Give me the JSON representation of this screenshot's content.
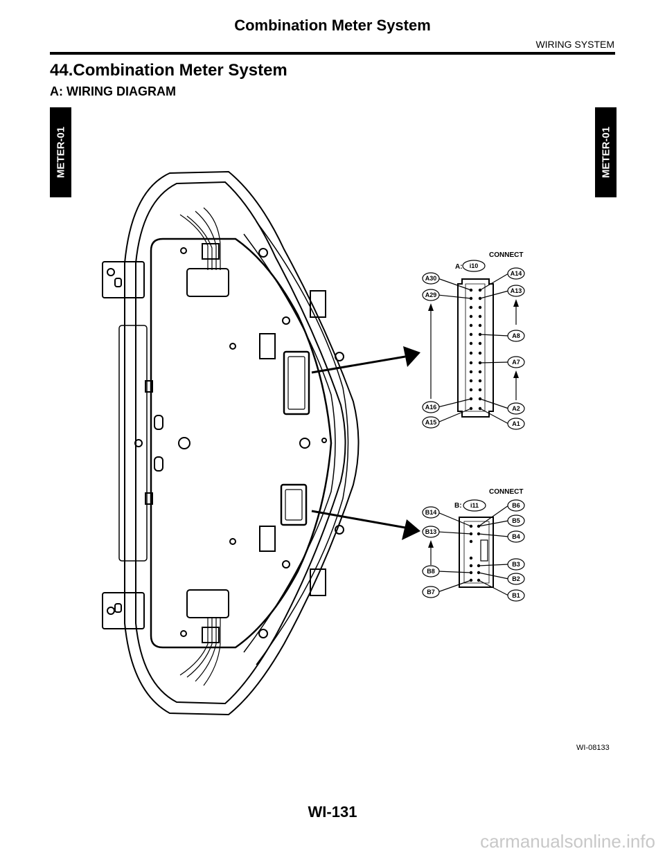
{
  "header": {
    "title": "Combination Meter System",
    "section": "WIRING SYSTEM"
  },
  "section": {
    "title": "44.Combination Meter System",
    "subtitle": "A:  WIRING DIAGRAM"
  },
  "side_tabs": {
    "left": "METER-01",
    "right": "METER-01"
  },
  "connector_a": {
    "connect_label": "CONNECT",
    "prefix": "A:",
    "id": "i10",
    "pins": [
      "A30",
      "A29",
      "A16",
      "A15",
      "A14",
      "A13",
      "A8",
      "A7",
      "A2",
      "A1"
    ]
  },
  "connector_b": {
    "connect_label": "CONNECT",
    "prefix": "B:",
    "id": "i11",
    "pins": [
      "B14",
      "B13",
      "B8",
      "B7",
      "B6",
      "B5",
      "B4",
      "B3",
      "B2",
      "B1"
    ]
  },
  "figure_id": "WI-08133",
  "footer": {
    "page_number": "WI-131",
    "watermark": "carmanualsonline.info"
  }
}
